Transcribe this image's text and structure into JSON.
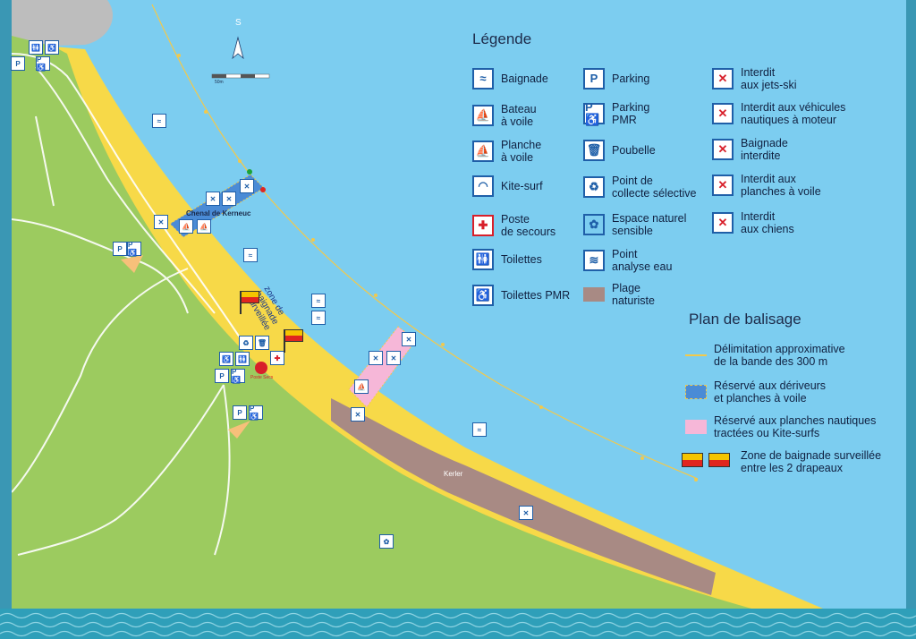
{
  "legend": {
    "title": "Légende",
    "items": [
      {
        "label": "Baignade",
        "icon": "swimmer-icon"
      },
      {
        "label": "Bateau\nà voile",
        "icon": "sailboat-icon"
      },
      {
        "label": "Planche\nà voile",
        "icon": "windsurf-icon"
      },
      {
        "label": "Kite-surf",
        "icon": "kitesurf-icon"
      },
      {
        "label": "Poste\nde secours",
        "icon": "first-aid-icon"
      },
      {
        "label": "Toilettes",
        "icon": "toilets-icon"
      },
      {
        "label": "Toilettes PMR",
        "icon": "accessible-toilets-icon"
      },
      {
        "label": "Parking",
        "icon": "parking-icon"
      },
      {
        "label": "Parking\nPMR",
        "icon": "accessible-parking-icon"
      },
      {
        "label": "Poubelle",
        "icon": "trash-icon"
      },
      {
        "label": "Point de\ncollecte sélective",
        "icon": "recycling-icon"
      },
      {
        "label": "Espace naturel\nsensible",
        "icon": "nature-area-icon"
      },
      {
        "label": "Point\nanalyse eau",
        "icon": "water-analysis-icon"
      },
      {
        "label": "Plage\nnaturiste",
        "icon": "naturist-swatch"
      },
      {
        "label": "Interdit\naux jets-ski",
        "icon": "no-jetski-icon"
      },
      {
        "label": "Interdit aux véhicules\nnautiques à moteur",
        "icon": "no-motorboat-icon"
      },
      {
        "label": "Baignade\ninterdite",
        "icon": "no-swimming-icon"
      },
      {
        "label": "Interdit aux\nplanches à voile",
        "icon": "no-windsurf-icon"
      },
      {
        "label": "Interdit\naux chiens",
        "icon": "no-dogs-icon"
      }
    ]
  },
  "balisage": {
    "title": "Plan de balisage",
    "items": [
      {
        "label": "Délimitation approximative\nde la bande des 300 m"
      },
      {
        "label": "Réservé aux dériveurs\net planches à voile"
      },
      {
        "label": "Réservé aux planches nautiques\ntractées ou Kite-surfs"
      },
      {
        "label": "Zone de baignade surveillée\nentre les 2 drapeaux"
      }
    ]
  },
  "map_labels": {
    "chenal": "Chenal de Kerneuc",
    "zone": "zone de\nbaignade\nsurveillée",
    "kerler": "Kerler",
    "north": "S",
    "scale": "50m",
    "poste": "Poste Secs"
  },
  "colors": {
    "sea": "#7ccdf0",
    "land": "#9ccb5f",
    "beach": "#f7d948",
    "naturist": "#a88a84",
    "buoy_line": "#f2c94c",
    "kite_zone": "#f6b7d8",
    "sail_zone": "#4a8bd6",
    "border": "#3a97b4"
  }
}
